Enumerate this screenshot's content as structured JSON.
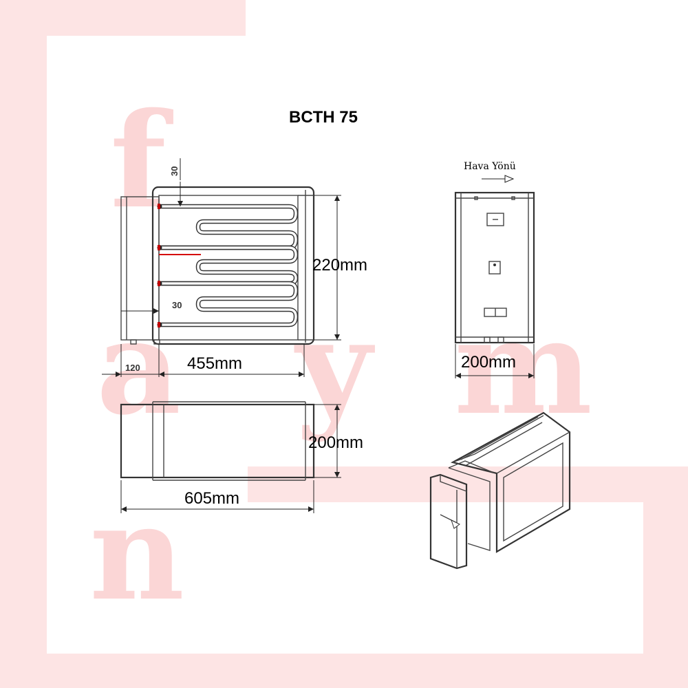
{
  "title": "BCTH 75",
  "air_direction_label": "Hava Yönü",
  "dimensions": {
    "front_width": "455mm",
    "front_height": "220mm",
    "side_width": "200mm",
    "bottom_height": "200mm",
    "bottom_length": "605mm",
    "flange_offset": "120",
    "top_margin": "30",
    "side_margin": "30"
  },
  "watermark": {
    "letters": [
      "f",
      "a",
      "y",
      "m",
      "n"
    ],
    "color": "#fbd6d6"
  },
  "colors": {
    "line": "#444444",
    "accent_red": "#d40000",
    "watermark_block": "#fde4e4"
  }
}
